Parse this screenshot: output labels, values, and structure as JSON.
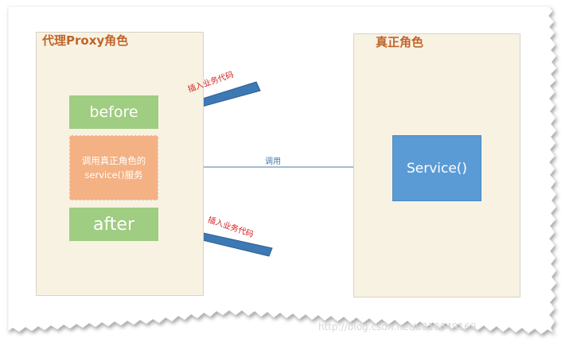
{
  "proxy_role": {
    "title": "代理Proxy角色",
    "before_label": "before",
    "call_line1": "调用真正角色的",
    "call_line2": "service()服务",
    "after_label": "after"
  },
  "real_role": {
    "title": "真正角色",
    "service_label": "Service()"
  },
  "connectors": {
    "call_label": "调用",
    "insert_top_label": "插入业务代码",
    "insert_bottom_label": "插入业务代码"
  },
  "watermark": "http://blog.csdn.net/u010649169",
  "colors": {
    "panel_bg": "#f8f2e3",
    "title": "#c0652a",
    "before_after": "#9fcd82",
    "call_box": "#f4b183",
    "service_box": "#5b9bd5",
    "arrow_blue": "#3d79b5",
    "red_label": "#d42020"
  }
}
